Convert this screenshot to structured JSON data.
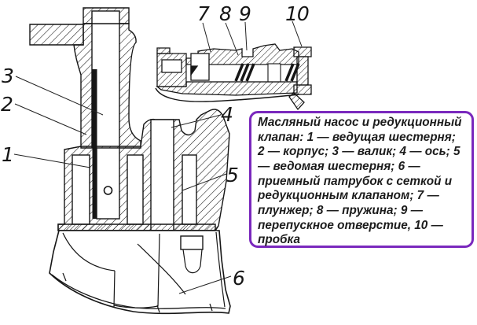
{
  "page": {
    "background": "#ffffff"
  },
  "drawing": {
    "line_color": "#161616",
    "hatch_style": "diagonal"
  },
  "caption": {
    "text": "Масляный насос и редукционный клапан: 1 — ведущая шестерня; 2 — корпус; 3 — валик; 4 — ось; 5 — ведомая шестерня; 6 — приемный патрубок с сеткой и редукционным клапаном; 7 — плунжер; 8 — пружина; 9 — перепускное отверстие, 10 — пробка",
    "border_color": "#7a28bd",
    "text_color": "#1c1c1c"
  },
  "callouts": [
    {
      "number": "1",
      "part": "ведущая шестерня"
    },
    {
      "number": "2",
      "part": "корпус"
    },
    {
      "number": "3",
      "part": "валик"
    },
    {
      "number": "4",
      "part": "ось"
    },
    {
      "number": "5",
      "part": "ведомая шестерня"
    },
    {
      "number": "6",
      "part": "приемный патрубок с сеткой и редукционным клапаном"
    },
    {
      "number": "7",
      "part": "плунжер"
    },
    {
      "number": "8",
      "part": "пружина"
    },
    {
      "number": "9",
      "part": "перепускное отверстие"
    },
    {
      "number": "10",
      "part": "пробка"
    }
  ]
}
